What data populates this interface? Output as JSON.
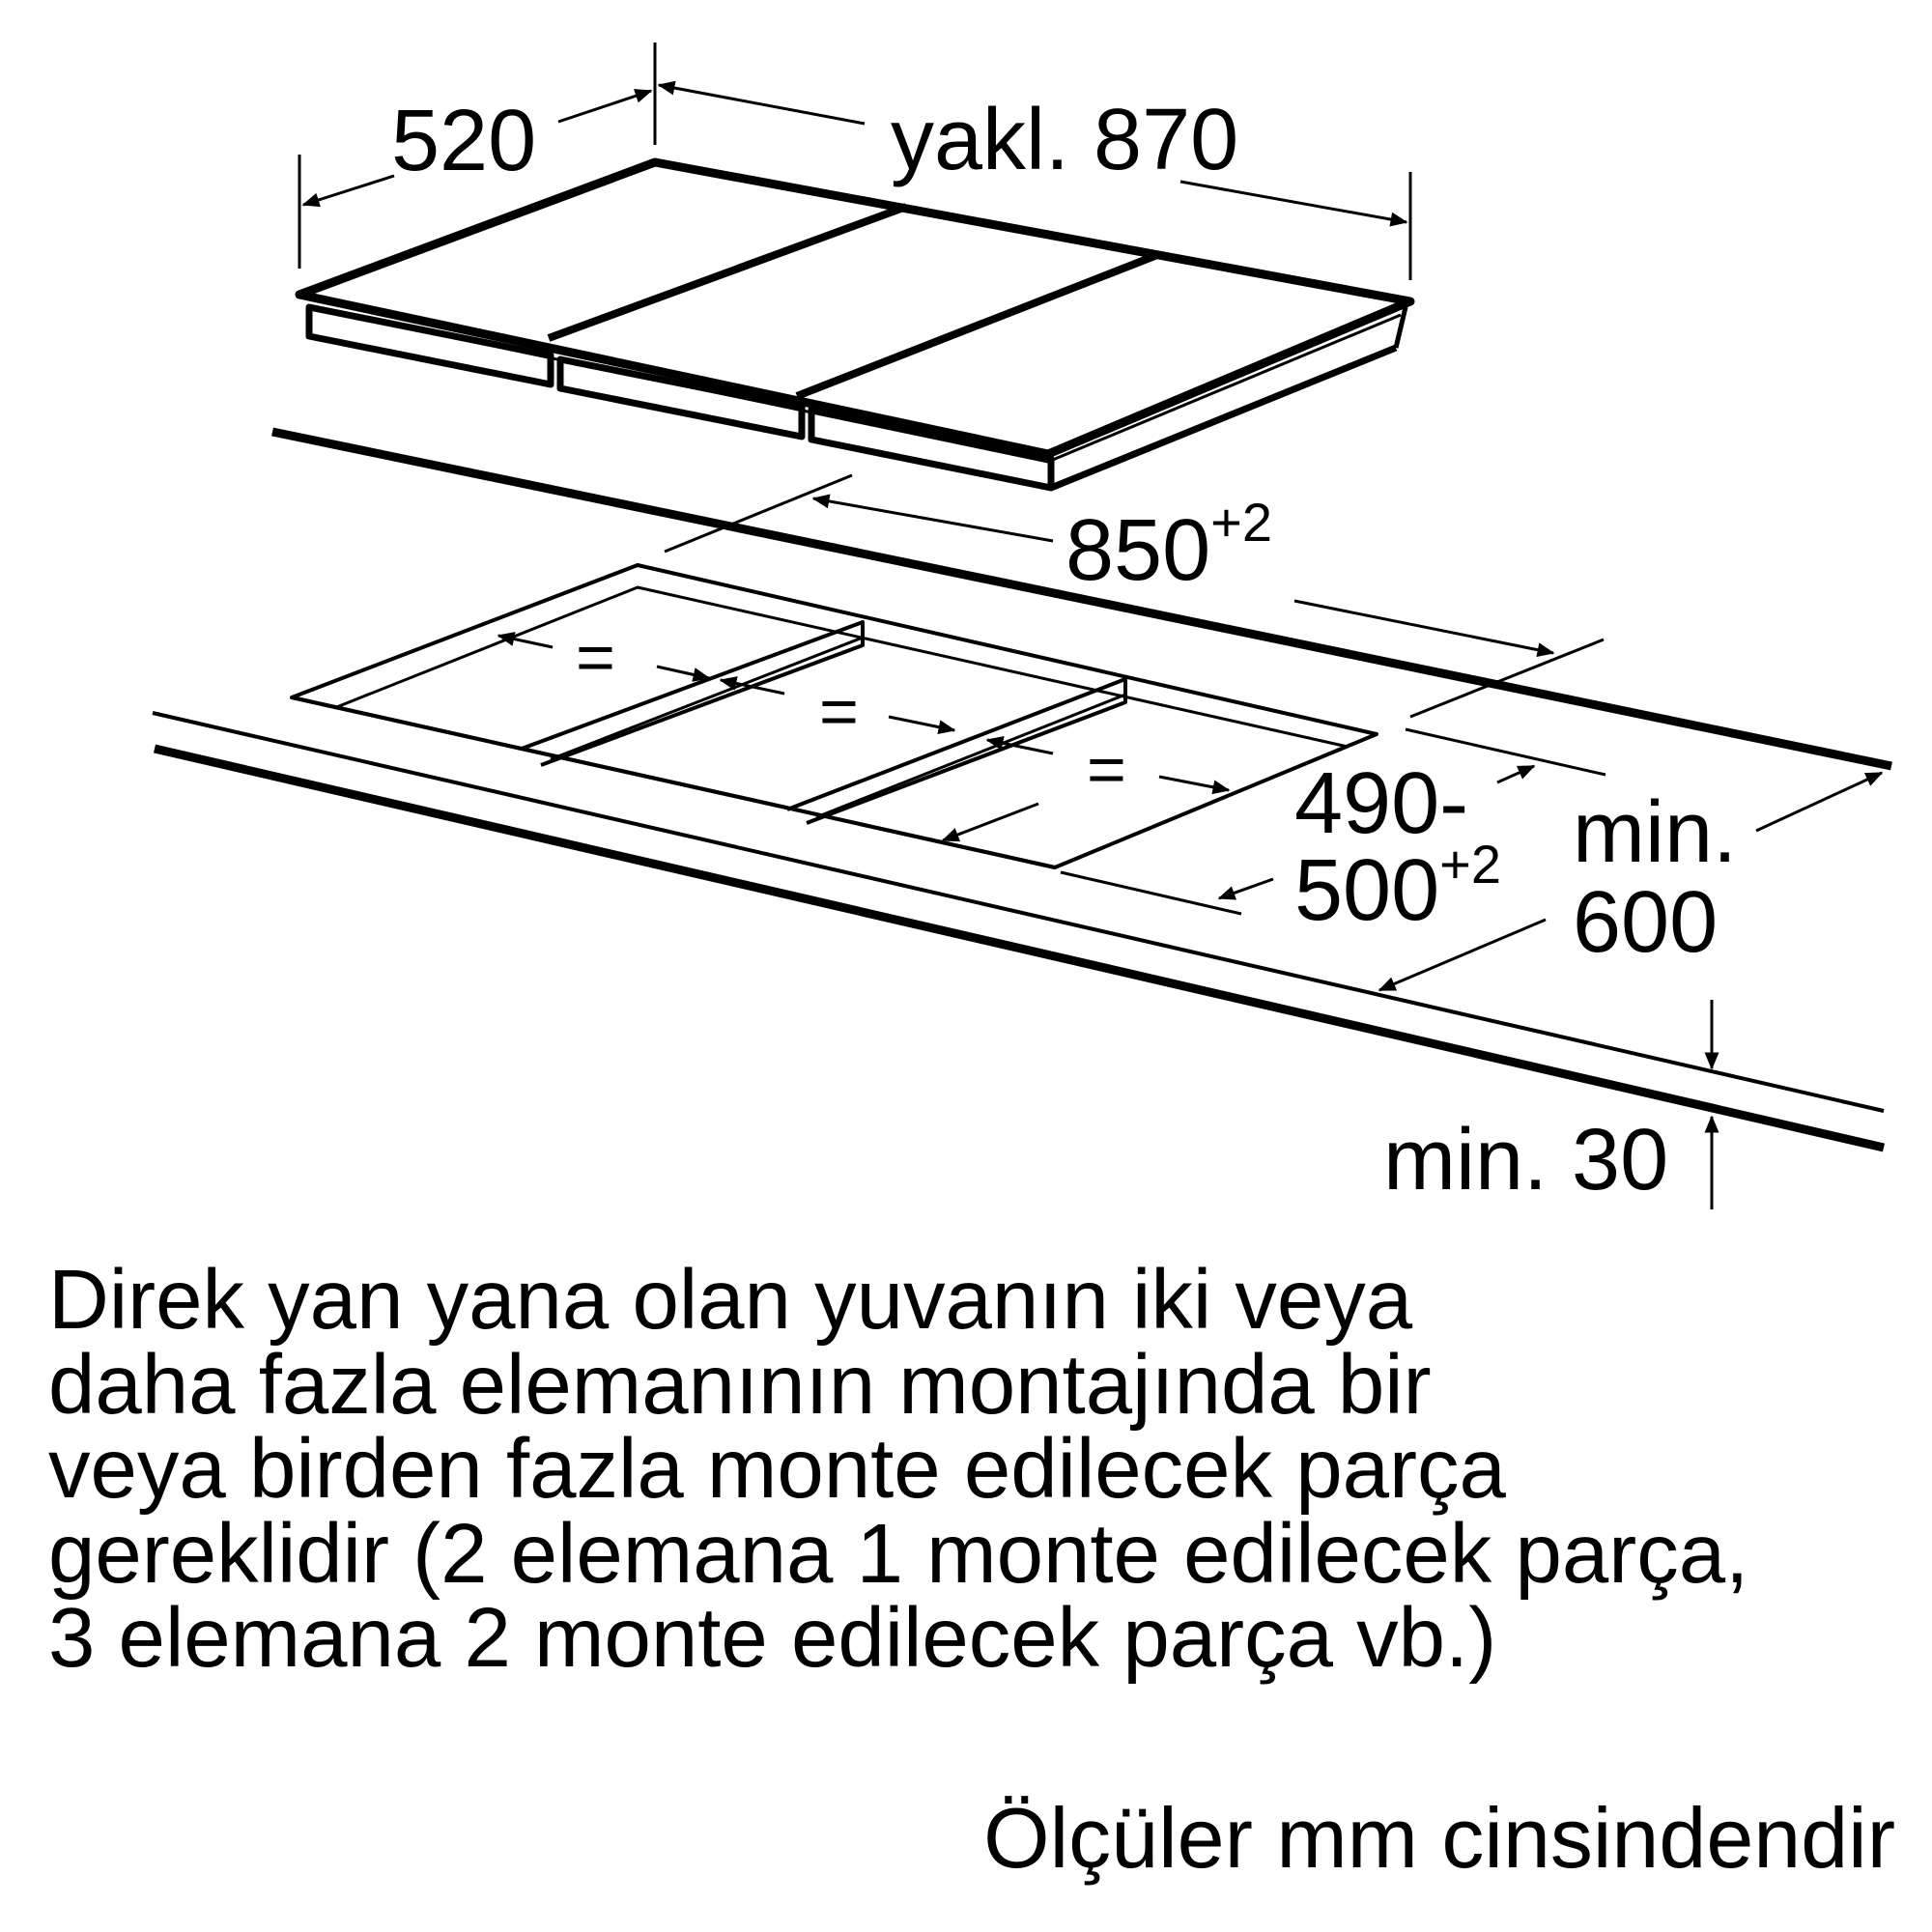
{
  "diagram": {
    "dimensions": {
      "depth": "520",
      "width_approx": "yakl. 870",
      "cutout_width": "850",
      "cutout_width_tol": "+2",
      "cutout_depth_a": "490-",
      "cutout_depth_b": "500",
      "cutout_depth_tol": "+2",
      "worktop_depth_a": "min.",
      "worktop_depth_b": "600",
      "worktop_thickness": "min. 30"
    },
    "equal_spacing_marks": [
      "=",
      "=",
      "="
    ]
  },
  "note": {
    "lines": [
      "Direk yan yana olan yuvanın iki veya",
      "daha fazla elemanının montajında bir",
      "veya birden fazla monte edilecek parça",
      "gereklidir (2 elemana 1 monte edilecek parça,",
      "3 elemana 2 monte edilecek parça vb.)"
    ]
  },
  "units_note": "Ölçüler mm cinsindendir"
}
